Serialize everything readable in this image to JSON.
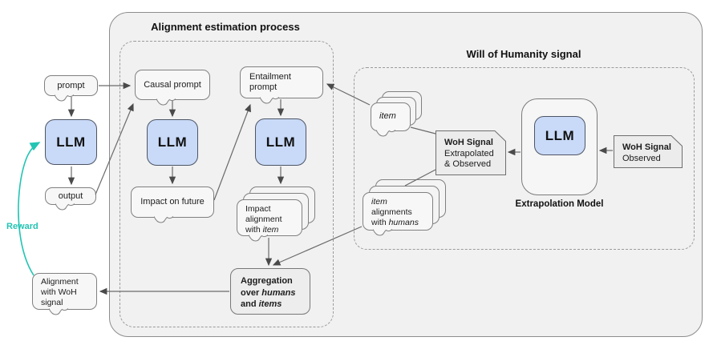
{
  "titles": {
    "alignment_process": "Alignment estimation process",
    "woh_signal": "Will of Humanity signal"
  },
  "colors": {
    "llm_fill": "#c9daf8",
    "reward_accent": "#23c4b3",
    "panel_grey": "#f1f1f2",
    "node_grey": "#f7f7f7"
  },
  "nodes": {
    "prompt": {
      "label": "prompt"
    },
    "llm1": {
      "label": "LLM"
    },
    "output": {
      "label": "output"
    },
    "reward": {
      "label": "Reward"
    },
    "alignment_woh": {
      "l1": "Alignment",
      "l2": "with WoH",
      "l3": "signal"
    },
    "causal_prompt": {
      "label": "Causal prompt"
    },
    "llm2": {
      "label": "LLM"
    },
    "impact_future": {
      "label": "Impact on future"
    },
    "entailment_prompt": {
      "l1": "Entailment",
      "l2": "prompt"
    },
    "llm3": {
      "label": "LLM"
    },
    "impact_alignment": {
      "l1": "Impact",
      "l2": "alignment",
      "l3a": "with ",
      "l3b": "item"
    },
    "aggregation": {
      "l1": "Aggregation",
      "l2a": "over ",
      "l2b": "humans",
      "l3a": "and ",
      "l3b": "items"
    },
    "item_stack": {
      "label": "item"
    },
    "item_alignments": {
      "l1": "item",
      "l2": "alignments",
      "l3a": "with ",
      "l3b": "humans"
    },
    "woh_extrapolated": {
      "l1": "WoH Signal",
      "l2": "Extrapolated",
      "l3": "& Observed"
    },
    "llm4": {
      "label": "LLM"
    },
    "extrapolation_model": {
      "label": "Extrapolation Model"
    },
    "woh_observed": {
      "l1": "WoH Signal",
      "l2": "Observed"
    }
  }
}
